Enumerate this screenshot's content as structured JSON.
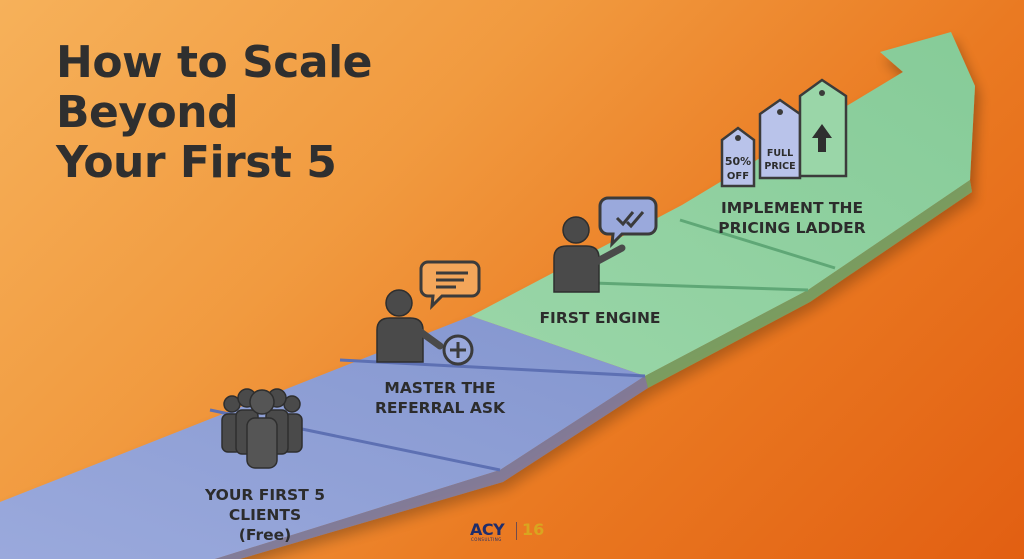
{
  "title": {
    "line1": "How to Scale",
    "line2": "Beyond",
    "line3": "Your First 5"
  },
  "steps": [
    {
      "lines": [
        "YOUR FIRST 5",
        "CLIENTS",
        "(Free)"
      ],
      "icon": "people-group-icon"
    },
    {
      "lines": [
        "MASTER THE",
        "REFERRAL ASK"
      ],
      "icon": "person-speech-plus-icon"
    },
    {
      "lines": [
        "FIRST ENGINE"
      ],
      "icon": "person-speech-check-icon"
    },
    {
      "lines": [
        "IMPLEMENT THE",
        "PRICING LADDER"
      ],
      "icon": "price-tags-icon"
    }
  ],
  "tags": {
    "tag1": {
      "line1": "50%",
      "line2": "OFF"
    },
    "tag2": {
      "line1": "FULL",
      "line2": "PRICE"
    },
    "tag3": {
      "icon": "arrow-up-icon"
    }
  },
  "logo": {
    "mark": "ACY",
    "sub": "CONSULTING",
    "number": "16"
  },
  "colors": {
    "blue_path": "#8e9fd4",
    "green_path": "#8fd0a0",
    "icon_fill": "#4a4a4a",
    "tag_fill": "#b9c3ea"
  }
}
